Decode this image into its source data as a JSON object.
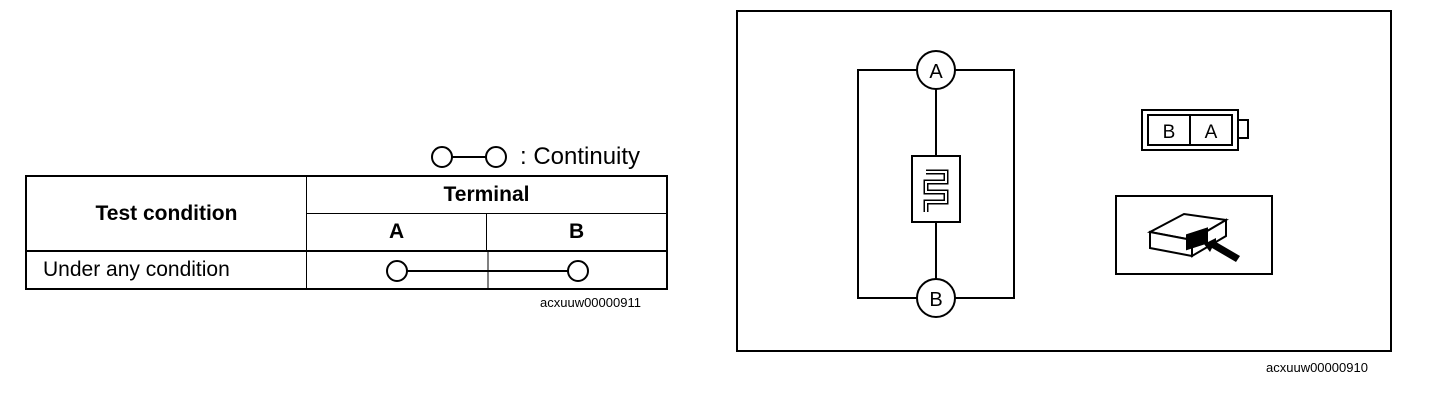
{
  "legend": {
    "text": ": Continuity"
  },
  "table": {
    "header_test_condition": "Test condition",
    "header_terminal": "Terminal",
    "terminal_a": "A",
    "terminal_b": "B",
    "rows": [
      {
        "condition": "Under any condition",
        "continuity": "A-B"
      }
    ]
  },
  "figure_codes": {
    "left": "acxuuw00000911",
    "right": "acxuuw00000910"
  },
  "diagram": {
    "node_top": "A",
    "node_bottom": "B",
    "connector_label_left": "B",
    "connector_label_right": "A"
  }
}
